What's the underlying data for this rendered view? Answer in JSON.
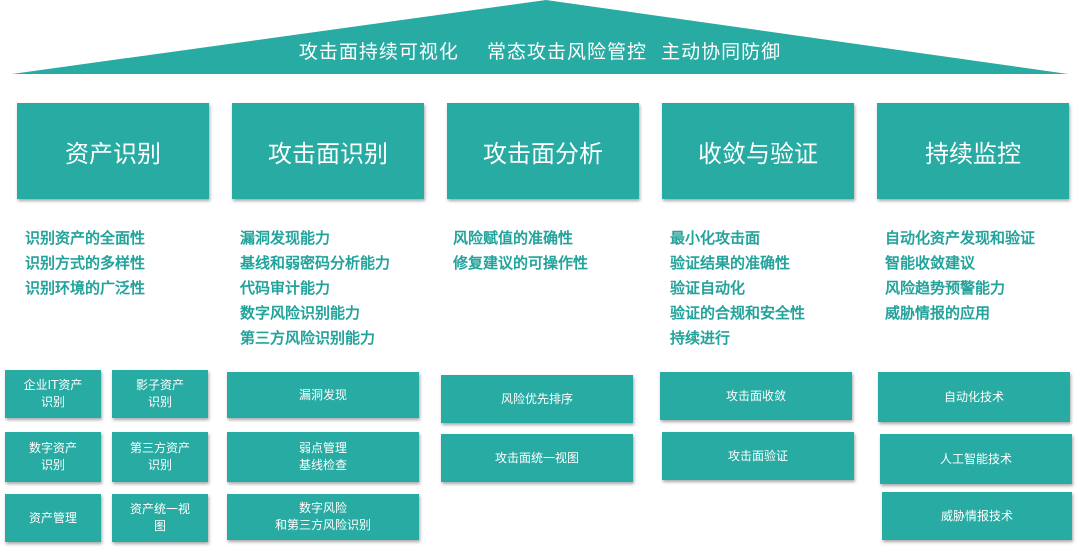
{
  "roof": {
    "title": "攻击面持续可视化    常态攻击风险管控  主动协同防御",
    "color": "#27aba3"
  },
  "pillars": [
    {
      "title": "资产识别",
      "capabilities": [
        "识别资产的全面性",
        "识别方式的多样性",
        "识别环境的广泛性"
      ],
      "tech": [
        "企业IT资产\n识别",
        "影子资产\n识别",
        "数字资产\n识别",
        "第三方资产\n识别",
        "资产管理",
        "资产统一视\n图"
      ]
    },
    {
      "title": "攻击面识别",
      "capabilities": [
        "漏洞发现能力",
        "基线和弱密码分析能力",
        "代码审计能力",
        "数字风险识别能力",
        "第三方风险识别能力"
      ],
      "tech": [
        "漏洞发现",
        "弱点管理\n基线检查",
        "数字风险\n和第三方风险识别"
      ]
    },
    {
      "title": "攻击面分析",
      "capabilities": [
        "风险赋值的准确性",
        "修复建议的可操作性"
      ],
      "tech": [
        "风险优先排序",
        "攻击面统一视图"
      ]
    },
    {
      "title": "收敛与验证",
      "capabilities": [
        "最小化攻击面",
        "验证结果的准确性",
        "验证自动化",
        "验证的合规和安全性",
        "持续进行"
      ],
      "tech": [
        "攻击面收敛",
        "攻击面验证"
      ]
    },
    {
      "title": "持续监控",
      "capabilities": [
        "自动化资产发现和验证",
        "智能收敛建议",
        "风险趋势预警能力",
        "威胁情报的应用"
      ],
      "tech": [
        "自动化技术",
        "人工智能技术",
        "威胁情报技术"
      ]
    }
  ]
}
